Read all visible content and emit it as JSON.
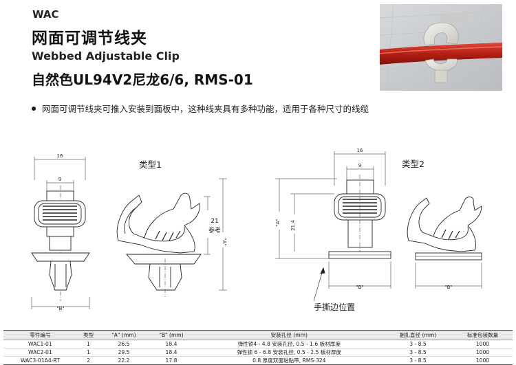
{
  "header": {
    "code": "WAC",
    "title_cn": "网面可调节线夹",
    "title_en": "Webbed Adjustable Clip",
    "material": "自然色UL94V2尼龙6/6, RMS-01"
  },
  "description": "网面可调节线夹可推入安装到面板中，这种线夹具有多种功能，适用于各种尺寸的线缆",
  "drawings": {
    "type1_label": "类型1",
    "type2_label": "类型2",
    "dim_16": "16",
    "dim_9": "9",
    "dim_21": "21",
    "ref_label": "参考",
    "dim_a": "\"A\"",
    "dim_b": "\"B\"",
    "dim_214": "21.4",
    "tear_label": "手撕边位置"
  },
  "table": {
    "headers": [
      "零件编号",
      "类型",
      "\"A\" (mm)",
      "\"B\" (mm)",
      "安装孔径 (mm)",
      "捆扎直径 (mm)",
      "标准包装数量"
    ],
    "rows": [
      [
        "WAC1-01",
        "1",
        "26.5",
        "18.4",
        "弹性锁4 - 4.8 安装孔径, 0.5 - 1.6 板材厚度",
        "3 - 8.5",
        "1000"
      ],
      [
        "WAC2-01",
        "1",
        "29.5",
        "18.4",
        "弹性锁 6 - 6.8 安装孔径, 0.5 - 2.5 板材厚度",
        "3 - 8.5",
        "1000"
      ],
      [
        "WAC3-01A4-RT",
        "2",
        "22.2",
        "17.8",
        "0.8 厚度双面粘贴带, RMS-324",
        "3 - 8.5",
        "1000"
      ]
    ]
  }
}
